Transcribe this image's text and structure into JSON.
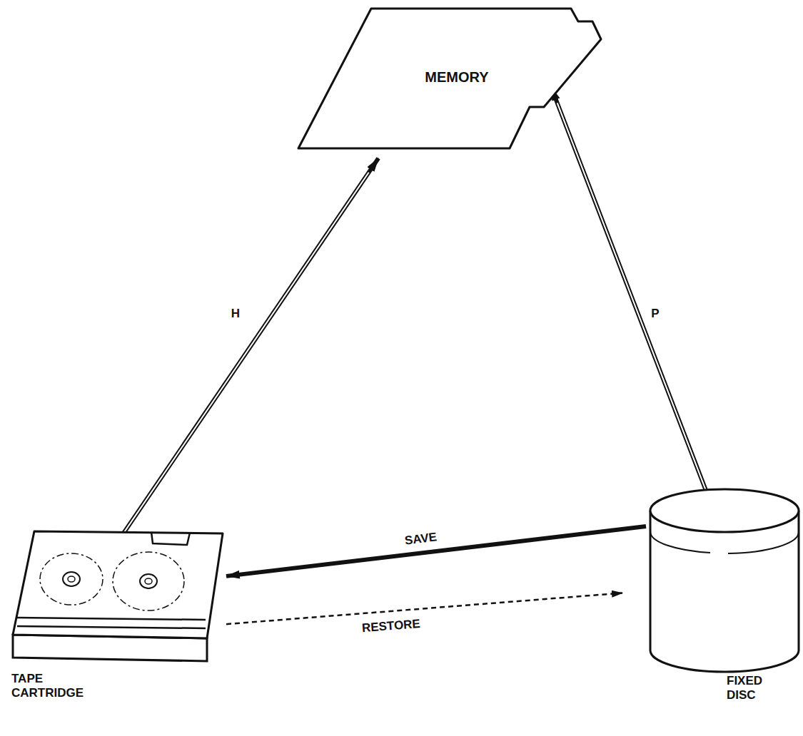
{
  "diagram": {
    "nodes": [
      {
        "text": [
          "MEMORY"
        ]
      },
      {
        "text": [
          "TAPE CARTRIDGE"
        ]
      },
      {
        "text": [
          "FIXED DISC"
        ]
      }
    ],
    "edges": [
      {
        "from": 1,
        "to": 0,
        "arrow": "to",
        "label": "H"
      },
      {
        "from": 2,
        "to": 0,
        "arrow": "to",
        "label": "P"
      },
      {
        "from": 2,
        "to": 1,
        "arrow": "to",
        "label": "SAVE"
      },
      {
        "from": 1,
        "to": 2,
        "arrow": "to",
        "label": "RESTORE"
      }
    ]
  }
}
